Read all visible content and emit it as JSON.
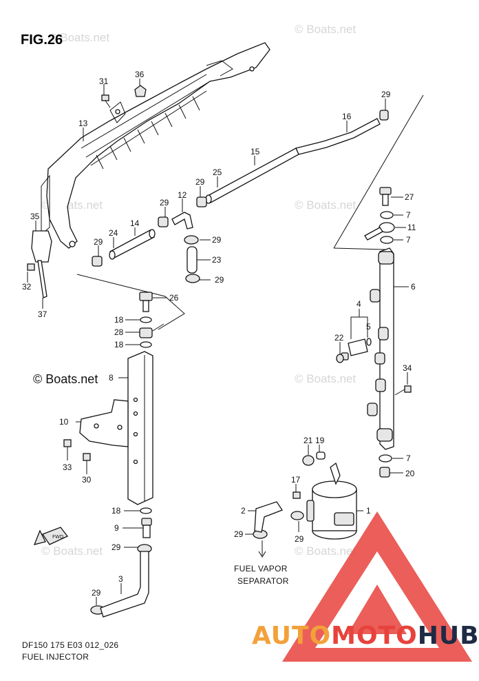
{
  "figure": {
    "title": "FIG.26",
    "code": "DF150 175 E03 012_026",
    "name": "FUEL INJECTOR"
  },
  "watermark": {
    "text": "© Boats.net"
  },
  "copyright": {
    "text": "© Boats.net"
  },
  "annotation": {
    "line1": "FUEL VAPOR",
    "line2": "SEPARATOR",
    "fwd": "FWD"
  },
  "brand": {
    "auto": "AUTO",
    "moto": "MOTO",
    "hub": "HUB",
    "auto_color": "#f2a13a",
    "moto_color": "#e8423c",
    "hub_color": "#1f2a44"
  },
  "callouts": [
    {
      "n": "31"
    },
    {
      "n": "36"
    },
    {
      "n": "13"
    },
    {
      "n": "29"
    },
    {
      "n": "16"
    },
    {
      "n": "15"
    },
    {
      "n": "25"
    },
    {
      "n": "29"
    },
    {
      "n": "12"
    },
    {
      "n": "29"
    },
    {
      "n": "14"
    },
    {
      "n": "24"
    },
    {
      "n": "29"
    },
    {
      "n": "29"
    },
    {
      "n": "23"
    },
    {
      "n": "29"
    },
    {
      "n": "35"
    },
    {
      "n": "32"
    },
    {
      "n": "37"
    },
    {
      "n": "26"
    },
    {
      "n": "18"
    },
    {
      "n": "28"
    },
    {
      "n": "18"
    },
    {
      "n": "27"
    },
    {
      "n": "7"
    },
    {
      "n": "11"
    },
    {
      "n": "7"
    },
    {
      "n": "6"
    },
    {
      "n": "4"
    },
    {
      "n": "5"
    },
    {
      "n": "22"
    },
    {
      "n": "34"
    },
    {
      "n": "8"
    },
    {
      "n": "10"
    },
    {
      "n": "33"
    },
    {
      "n": "30"
    },
    {
      "n": "21"
    },
    {
      "n": "19"
    },
    {
      "n": "7"
    },
    {
      "n": "20"
    },
    {
      "n": "17"
    },
    {
      "n": "2"
    },
    {
      "n": "1"
    },
    {
      "n": "29"
    },
    {
      "n": "29"
    },
    {
      "n": "18"
    },
    {
      "n": "9"
    },
    {
      "n": "29"
    },
    {
      "n": "3"
    },
    {
      "n": "29"
    }
  ]
}
